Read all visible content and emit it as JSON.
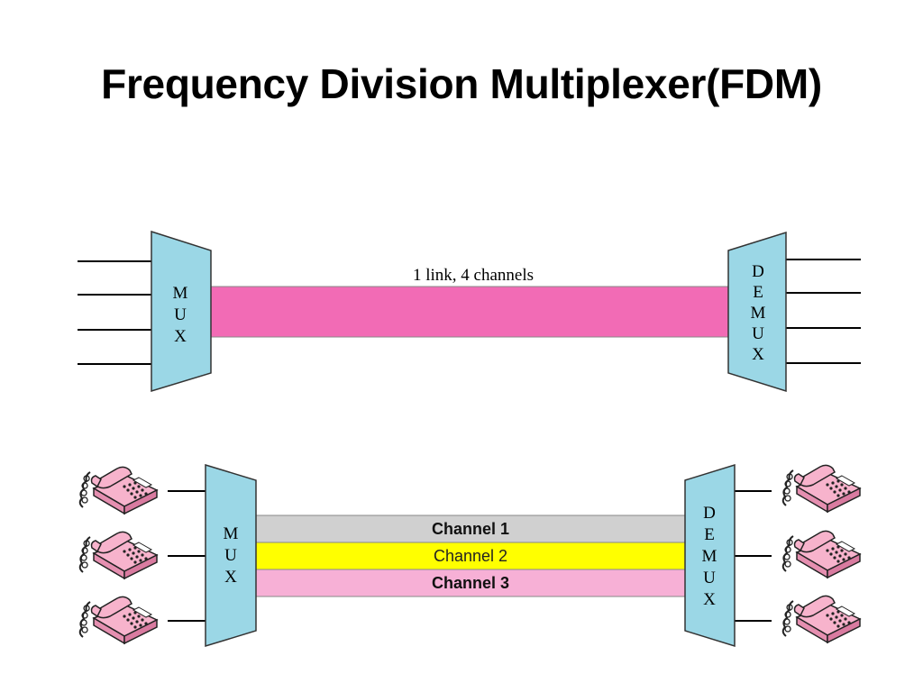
{
  "title": "Frequency Division Multiplexer(FDM)",
  "top_diagram": {
    "mux_letters": [
      "M",
      "U",
      "X"
    ],
    "demux_letters": [
      "D",
      "E",
      "M",
      "U",
      "X"
    ],
    "link_label": "1 link, 4 channels",
    "link_color": "#f26bb5"
  },
  "bottom_diagram": {
    "mux_letters": [
      "M",
      "U",
      "X"
    ],
    "demux_letters": [
      "D",
      "E",
      "M",
      "U",
      "X"
    ],
    "channels": [
      {
        "label": "Channel 1",
        "color": "#d0d0d0"
      },
      {
        "label": "Channel 2",
        "color": "#ffff00"
      },
      {
        "label": "Channel 3",
        "color": "#f7b0d6"
      }
    ]
  },
  "colors": {
    "mux_fill": "#9bd7e6",
    "phone_fill": "#f7b3cc"
  },
  "icons": {
    "telephone": "telephone-icon"
  }
}
